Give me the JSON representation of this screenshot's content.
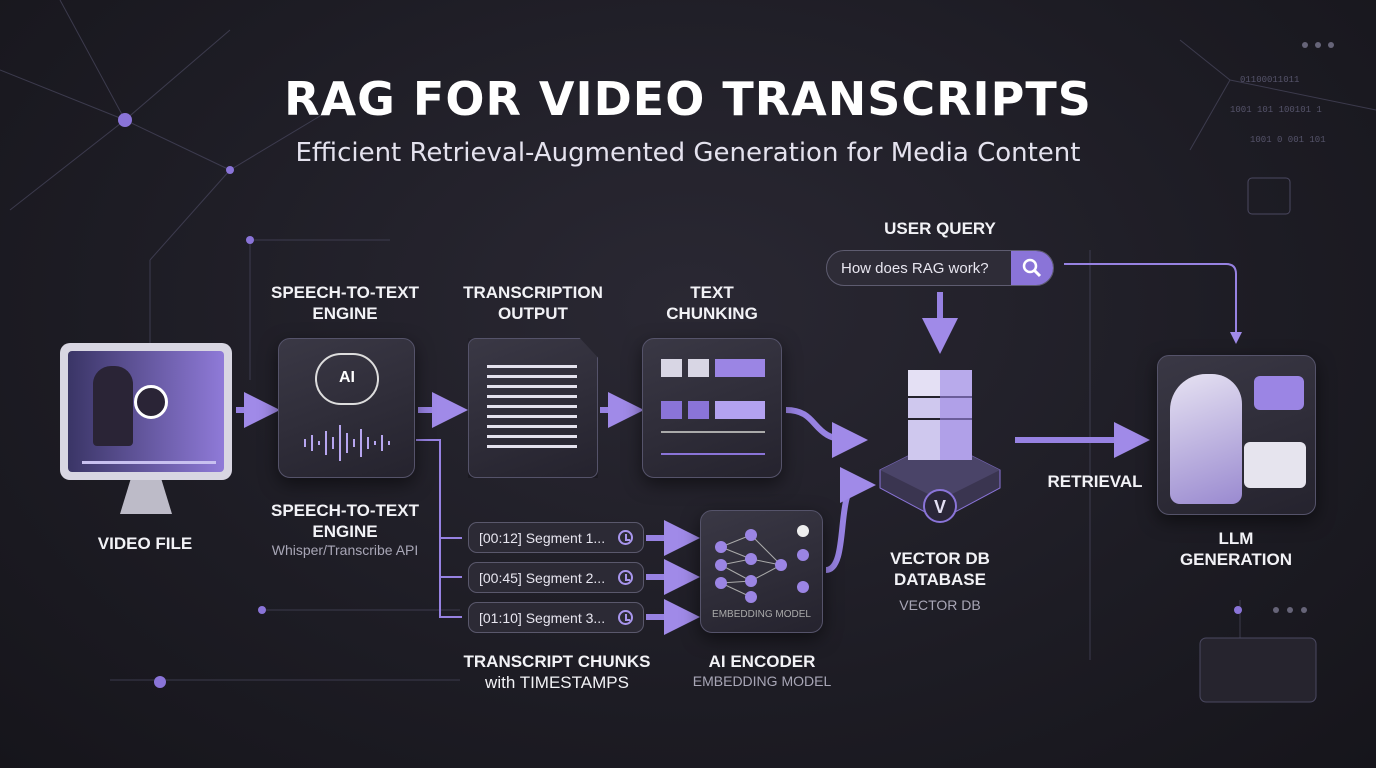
{
  "title": "RAG FOR VIDEO TRANSCRIPTS",
  "subtitle": "Efficient Retrieval-Augmented Generation for Media Content",
  "nodes": {
    "video": {
      "label": "VIDEO FILE"
    },
    "stt": {
      "label_line1": "SPEECH-TO-TEXT",
      "label_line2": "ENGINE",
      "icon_text": "AI"
    },
    "stt_detail": {
      "label_line1": "SPEECH-TO-TEXT",
      "label_line2": "ENGINE",
      "sub": "Whisper/Transcribe API"
    },
    "transcription": {
      "label_line1": "TRANSCRIPTION",
      "label_line2": "OUTPUT"
    },
    "chunking": {
      "label_line1": "TEXT",
      "label_line2": "CHUNKING"
    },
    "chunks": {
      "segments": [
        "[00:12] Segment 1...",
        "[00:45] Segment 2...",
        "[01:10] Segment 3..."
      ],
      "label_line1": "TRANSCRIPT CHUNKS",
      "label_line2": "with TIMESTAMPS"
    },
    "encoder": {
      "box_text": "EMBEDDING MODEL",
      "label": "AI ENCODER",
      "sub": "EMBEDDING MODEL"
    },
    "query": {
      "label": "USER QUERY",
      "input_value": "How does RAG work?",
      "icon": "search-icon"
    },
    "vectordb": {
      "label_line1": "VECTOR DB",
      "label_line2": "DATABASE",
      "sub": "VECTOR DB",
      "logo": "V"
    },
    "retrieval": {
      "label": "RETRIEVAL"
    },
    "llm": {
      "label_line1": "LLM",
      "label_line2": "GENERATION"
    }
  },
  "colors": {
    "accent": "#8a74d8",
    "background": "#1e1d26",
    "card": "#2e2c37"
  }
}
